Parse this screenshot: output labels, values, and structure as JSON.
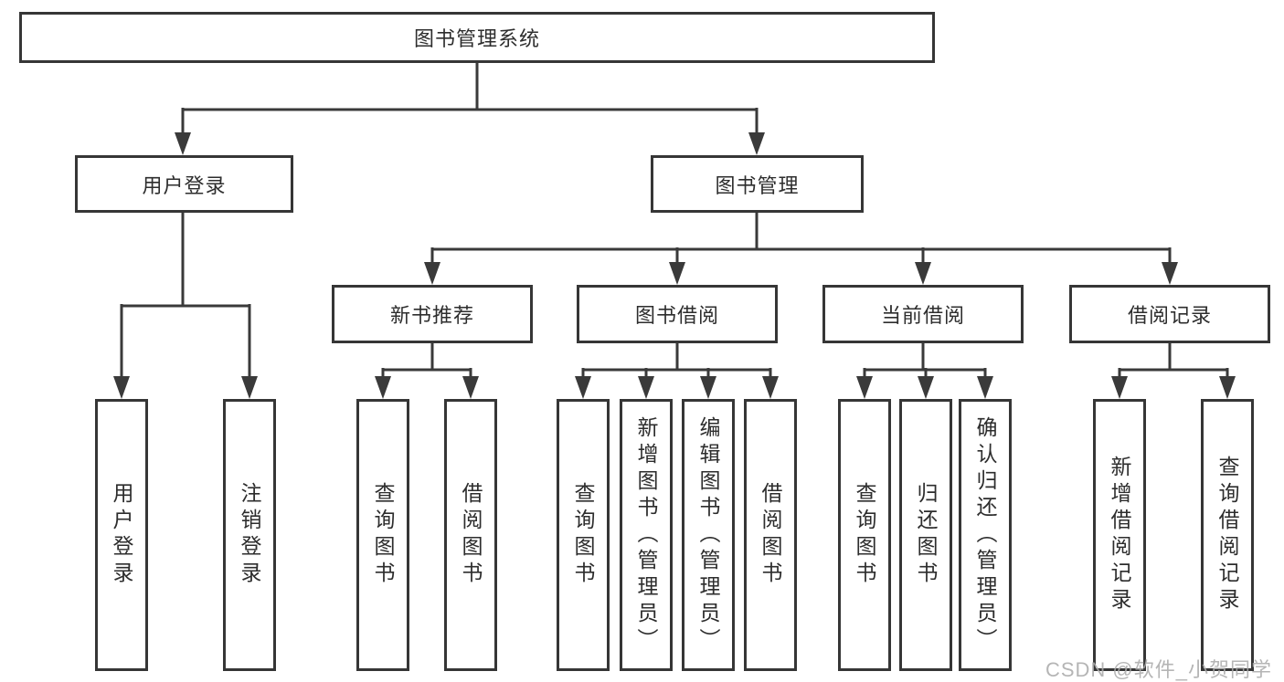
{
  "diagram": {
    "title_node": {
      "label": "图书管理系统"
    },
    "level2": [
      {
        "key": "user-login",
        "label": "用户登录"
      },
      {
        "key": "book-management",
        "label": "图书管理"
      }
    ],
    "level3": [
      {
        "key": "new-book-recommend",
        "parent": "图书管理",
        "label": "新书推荐"
      },
      {
        "key": "book-borrowing",
        "parent": "图书管理",
        "label": "图书借阅"
      },
      {
        "key": "current-borrowing",
        "parent": "图书管理",
        "label": "当前借阅"
      },
      {
        "key": "borrowing-records",
        "parent": "图书管理",
        "label": "借阅记录"
      }
    ],
    "leaves": [
      {
        "parent": "用户登录",
        "label": "用户登录"
      },
      {
        "parent": "用户登录",
        "label": "注销登录"
      },
      {
        "parent": "新书推荐",
        "label": "查询图书"
      },
      {
        "parent": "新书推荐",
        "label": "借阅图书"
      },
      {
        "parent": "图书借阅",
        "label": "查询图书"
      },
      {
        "parent": "图书借阅",
        "label": "新增图书（管理员）"
      },
      {
        "parent": "图书借阅",
        "label": "编辑图书（管理员）"
      },
      {
        "parent": "图书借阅",
        "label": "借阅图书"
      },
      {
        "parent": "当前借阅",
        "label": "查询图书"
      },
      {
        "parent": "当前借阅",
        "label": "归还图书"
      },
      {
        "parent": "当前借阅",
        "label": "确认归还（管理员）"
      },
      {
        "parent": "借阅记录",
        "label": "新增借阅记录"
      },
      {
        "parent": "借阅记录",
        "label": "查询借阅记录"
      }
    ],
    "line_color": "#3a3a3a",
    "border_color": "#363636",
    "text_color": "#2d2d2d"
  },
  "watermark": {
    "text": "CSDN @软件_小贺同学"
  }
}
